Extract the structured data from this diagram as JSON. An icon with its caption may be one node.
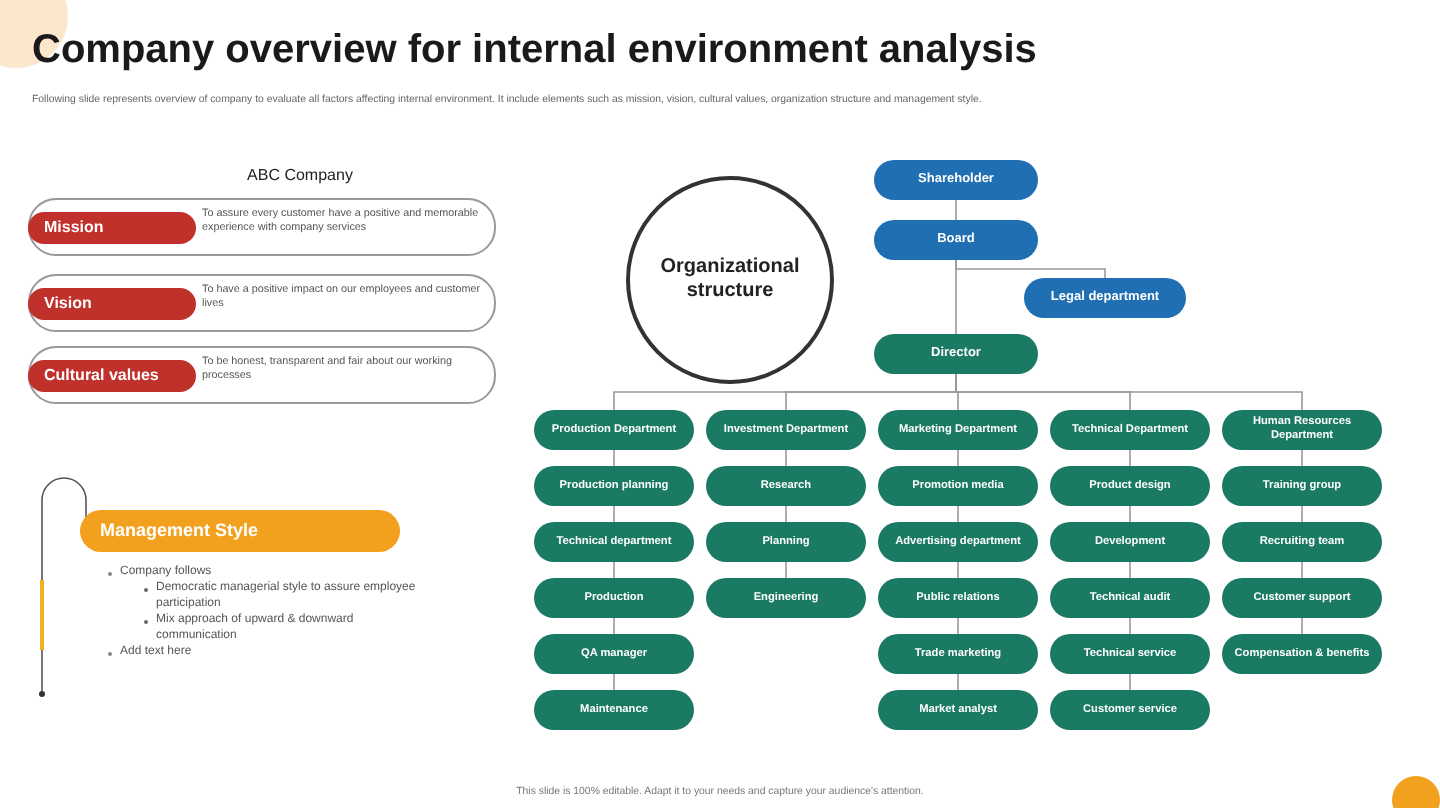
{
  "diagram": {
    "title": "Company overview for internal environment analysis",
    "nodes": [
      {
        "text": [
          "Mission",
          "To assure every customer have a positive and memorable experience with company services"
        ]
      },
      {
        "text": [
          "Vision",
          "To have a positive impact on our employees and customer lives"
        ]
      },
      {
        "text": [
          "Cultural values",
          "To be honest, transparent and fair about our working processes"
        ]
      },
      {
        "text": [
          "Management Style"
        ]
      },
      {
        "text": [
          "Organizational structure"
        ]
      },
      {
        "text": [
          "Shareholder"
        ]
      },
      {
        "text": [
          "Board"
        ]
      },
      {
        "text": [
          "Legal department"
        ]
      },
      {
        "text": [
          "Director"
        ]
      },
      {
        "text": [
          "Production Department"
        ]
      },
      {
        "text": [
          "Investment Department"
        ]
      },
      {
        "text": [
          "Marketing Department"
        ]
      },
      {
        "text": [
          "Technical Department"
        ]
      },
      {
        "text": [
          "Human Resources Department"
        ]
      },
      {
        "text": [
          "Production planning"
        ]
      },
      {
        "text": [
          "Technical department"
        ]
      },
      {
        "text": [
          "Production"
        ]
      },
      {
        "text": [
          "QA manager"
        ]
      },
      {
        "text": [
          "Maintenance"
        ]
      },
      {
        "text": [
          "Research"
        ]
      },
      {
        "text": [
          "Planning"
        ]
      },
      {
        "text": [
          "Engineering"
        ]
      },
      {
        "text": [
          "Promotion media"
        ]
      },
      {
        "text": [
          "Advertising department"
        ]
      },
      {
        "text": [
          "Public relations"
        ]
      },
      {
        "text": [
          "Trade marketing"
        ]
      },
      {
        "text": [
          "Market analyst"
        ]
      },
      {
        "text": [
          "Product design"
        ]
      },
      {
        "text": [
          "Development"
        ]
      },
      {
        "text": [
          "Technical audit"
        ]
      },
      {
        "text": [
          "Technical service"
        ]
      },
      {
        "text": [
          "Customer service"
        ]
      },
      {
        "text": [
          "Training group"
        ]
      },
      {
        "text": [
          "Recruiting team"
        ]
      },
      {
        "text": [
          "Customer support"
        ]
      },
      {
        "text": [
          "Compensation & benefits"
        ]
      }
    ],
    "edges": [
      {
        "from": 5,
        "to": 6,
        "arrow": "none"
      },
      {
        "from": 6,
        "to": 7,
        "arrow": "none"
      },
      {
        "from": 6,
        "to": 8,
        "arrow": "none"
      },
      {
        "from": 8,
        "to": 9,
        "arrow": "none"
      },
      {
        "from": 8,
        "to": 10,
        "arrow": "none"
      },
      {
        "from": 8,
        "to": 11,
        "arrow": "none"
      },
      {
        "from": 8,
        "to": 12,
        "arrow": "none"
      },
      {
        "from": 8,
        "to": 13,
        "arrow": "none"
      },
      {
        "from": 9,
        "to": 14,
        "arrow": "none"
      },
      {
        "from": 14,
        "to": 15,
        "arrow": "none"
      },
      {
        "from": 15,
        "to": 16,
        "arrow": "none"
      },
      {
        "from": 16,
        "to": 17,
        "arrow": "none"
      },
      {
        "from": 17,
        "to": 18,
        "arrow": "none"
      },
      {
        "from": 10,
        "to": 19,
        "arrow": "none"
      },
      {
        "from": 19,
        "to": 20,
        "arrow": "none"
      },
      {
        "from": 20,
        "to": 21,
        "arrow": "none"
      },
      {
        "from": 11,
        "to": 22,
        "arrow": "none"
      },
      {
        "from": 22,
        "to": 23,
        "arrow": "none"
      },
      {
        "from": 23,
        "to": 24,
        "arrow": "none"
      },
      {
        "from": 24,
        "to": 25,
        "arrow": "none"
      },
      {
        "from": 25,
        "to": 26,
        "arrow": "none"
      },
      {
        "from": 12,
        "to": 27,
        "arrow": "none"
      },
      {
        "from": 27,
        "to": 28,
        "arrow": "none"
      },
      {
        "from": 28,
        "to": 29,
        "arrow": "none"
      },
      {
        "from": 29,
        "to": 30,
        "arrow": "none"
      },
      {
        "from": 30,
        "to": 31,
        "arrow": "none"
      },
      {
        "from": 13,
        "to": 32,
        "arrow": "none"
      },
      {
        "from": 32,
        "to": 33,
        "arrow": "none"
      },
      {
        "from": 33,
        "to": 34,
        "arrow": "none"
      },
      {
        "from": 34,
        "to": 35,
        "arrow": "none"
      }
    ],
    "labels": [
      "Following slide represents overview of company to evaluate all factors affecting internal environment. It include elements such as mission, vision, cultural values, organization structure and management style.",
      "ABC Company",
      "Company follows",
      "Democratic managerial style to assure employee participation",
      "Mix approach of upward & downward communication",
      "Add text here",
      "This slide is 100% editable. Adapt it to your needs and capture your audience's attention."
    ]
  }
}
